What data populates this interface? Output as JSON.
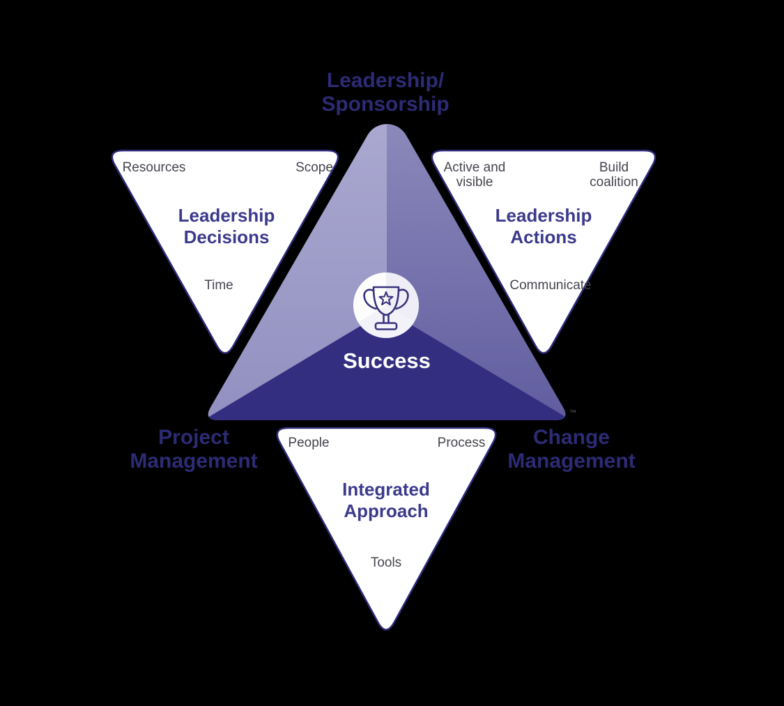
{
  "title_top": {
    "line1": "Leadership/",
    "line2": "Sponsorship"
  },
  "label_project": {
    "line1": "Project",
    "line2": "Management"
  },
  "label_change": {
    "line1": "Change",
    "line2": "Management"
  },
  "center": {
    "success": "Success",
    "trademark": "™",
    "icon": "trophy-icon"
  },
  "triangle_left": {
    "title1": "Leadership",
    "title2": "Decisions",
    "corner_top_left": "Resources",
    "corner_top_right": "Scope",
    "corner_bottom": "Time"
  },
  "triangle_right": {
    "title1": "Leadership",
    "title2": "Actions",
    "corner_top_left_line1": "Active and",
    "corner_top_left_line2": "visible",
    "corner_top_right_line1": "Build",
    "corner_top_right_line2": "coalition",
    "corner_bottom": "Communicate"
  },
  "triangle_bottom": {
    "title1": "Integrated",
    "title2": "Approach",
    "corner_top_left": "People",
    "corner_top_right": "Process",
    "corner_bottom": "Tools"
  },
  "colors": {
    "facet-left-top": "#aaa8d0",
    "facet-left-bot": "#9190c0",
    "facet-right-top": "#8b88bb",
    "facet-right-bot": "#605d9f",
    "facet-bottom": "#332e80",
    "triangle-border": "#2e2b7b",
    "label-navy": "#2d2b74",
    "title-indigo": "#3c3a8c",
    "label-gray": "#45444e",
    "success-white": "#ffffff",
    "trophy-stroke": "#38327c"
  }
}
